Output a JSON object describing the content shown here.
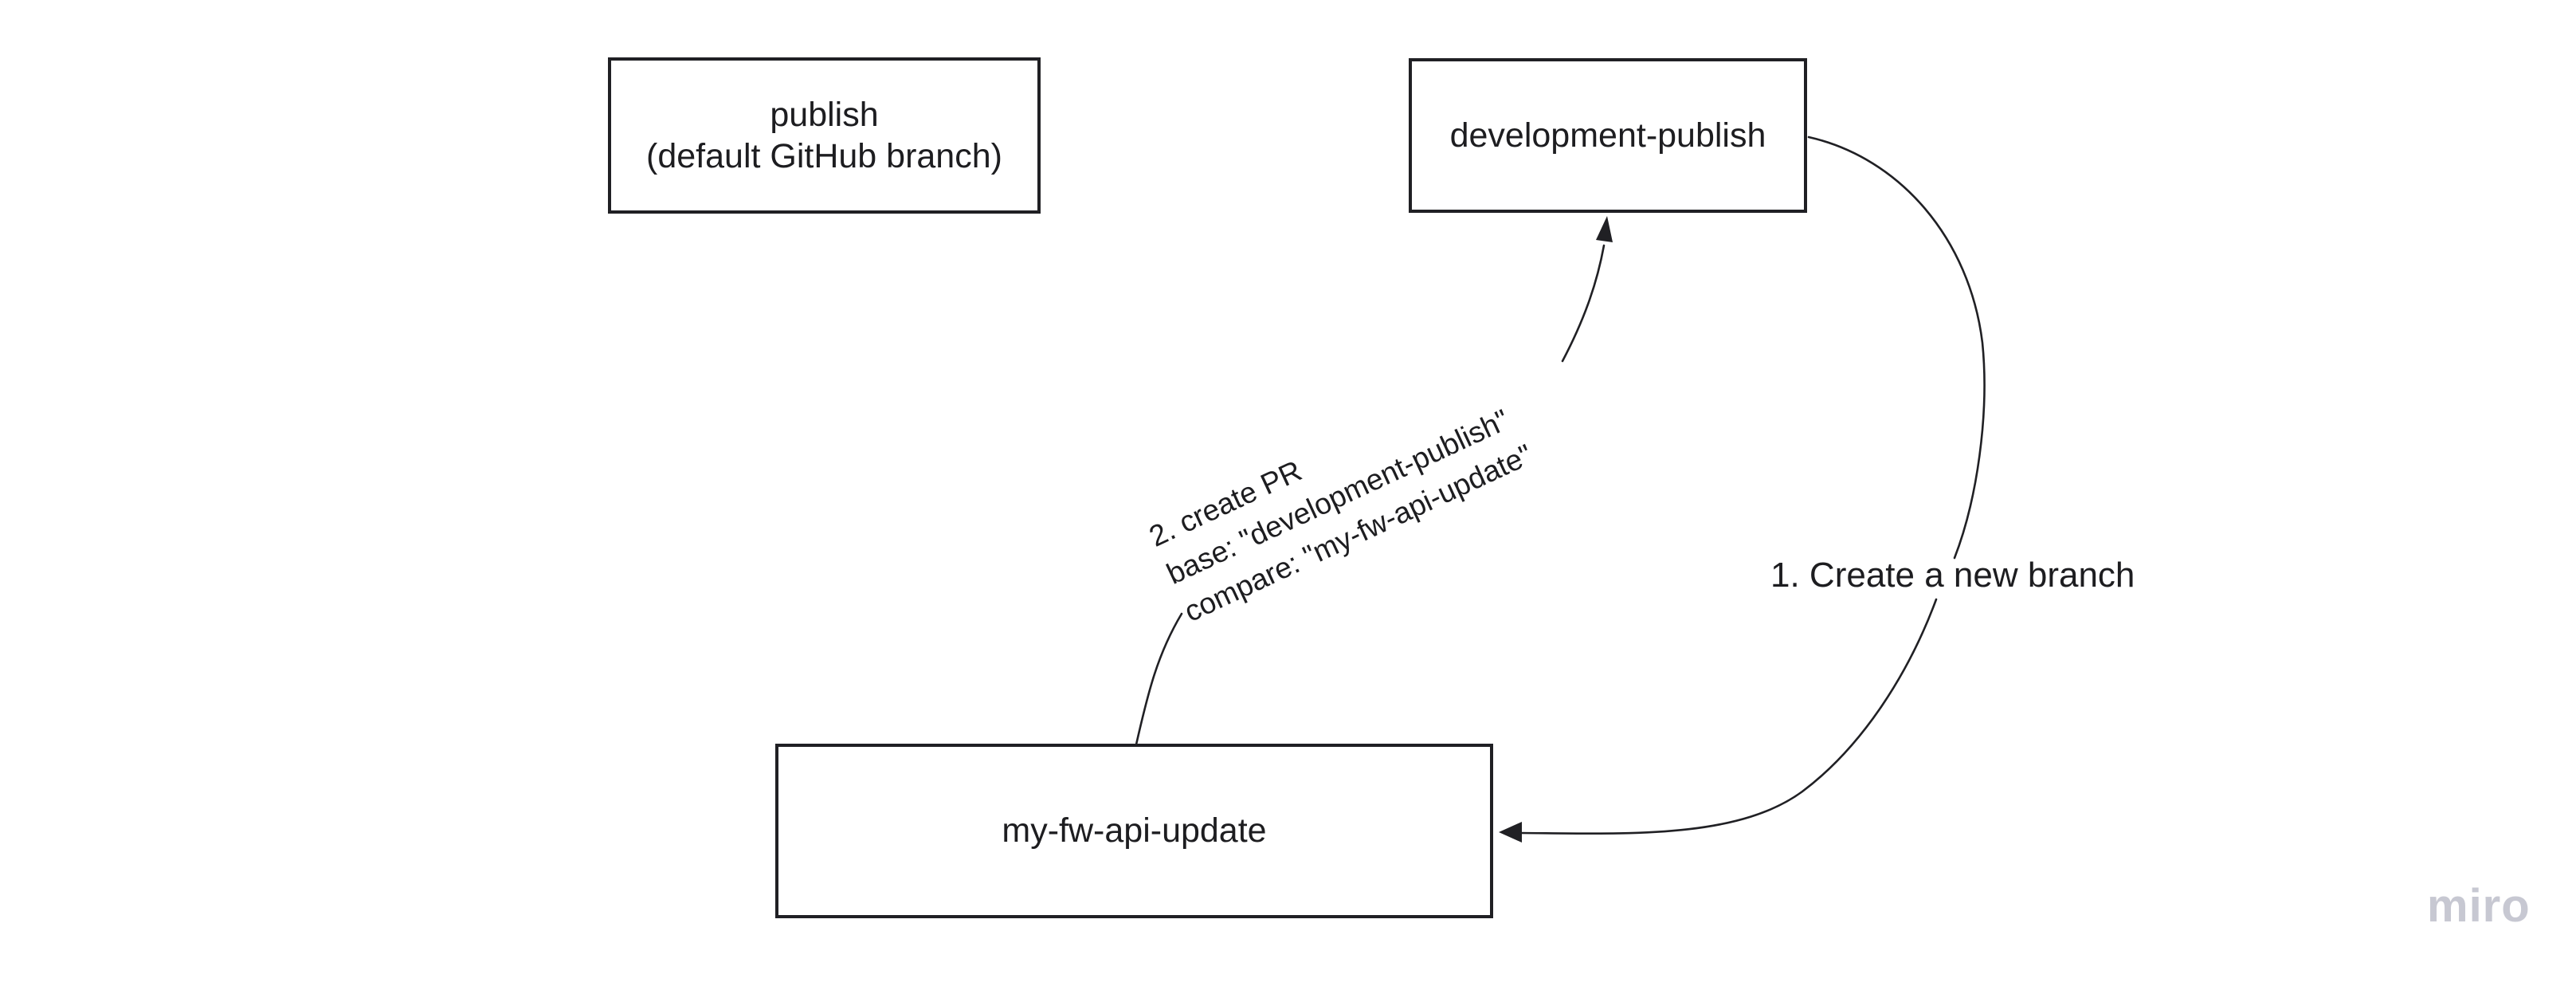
{
  "canvas": {
    "background": "#ffffff"
  },
  "nodes": {
    "publish": {
      "line1": "publish",
      "line2": "(default GitHub branch)"
    },
    "development_publish": {
      "label": "development-publish"
    },
    "my_fw_api_update": {
      "label": "my-fw-api-update"
    }
  },
  "edges": {
    "create_branch": {
      "label": "1. Create a new branch",
      "from": "development-publish",
      "to": "my-fw-api-update"
    },
    "create_pr": {
      "line1": "2. create PR",
      "line2": "base: \"development-publish\"",
      "line3": "compare: \"my-fw-api-update\"",
      "from": "my-fw-api-update",
      "to": "development-publish"
    }
  },
  "watermark": {
    "label": "miro",
    "color": "#c7c8d2"
  },
  "colors": {
    "stroke": "#202024",
    "text": "#1d1d20",
    "node_background": "#ffffff"
  }
}
